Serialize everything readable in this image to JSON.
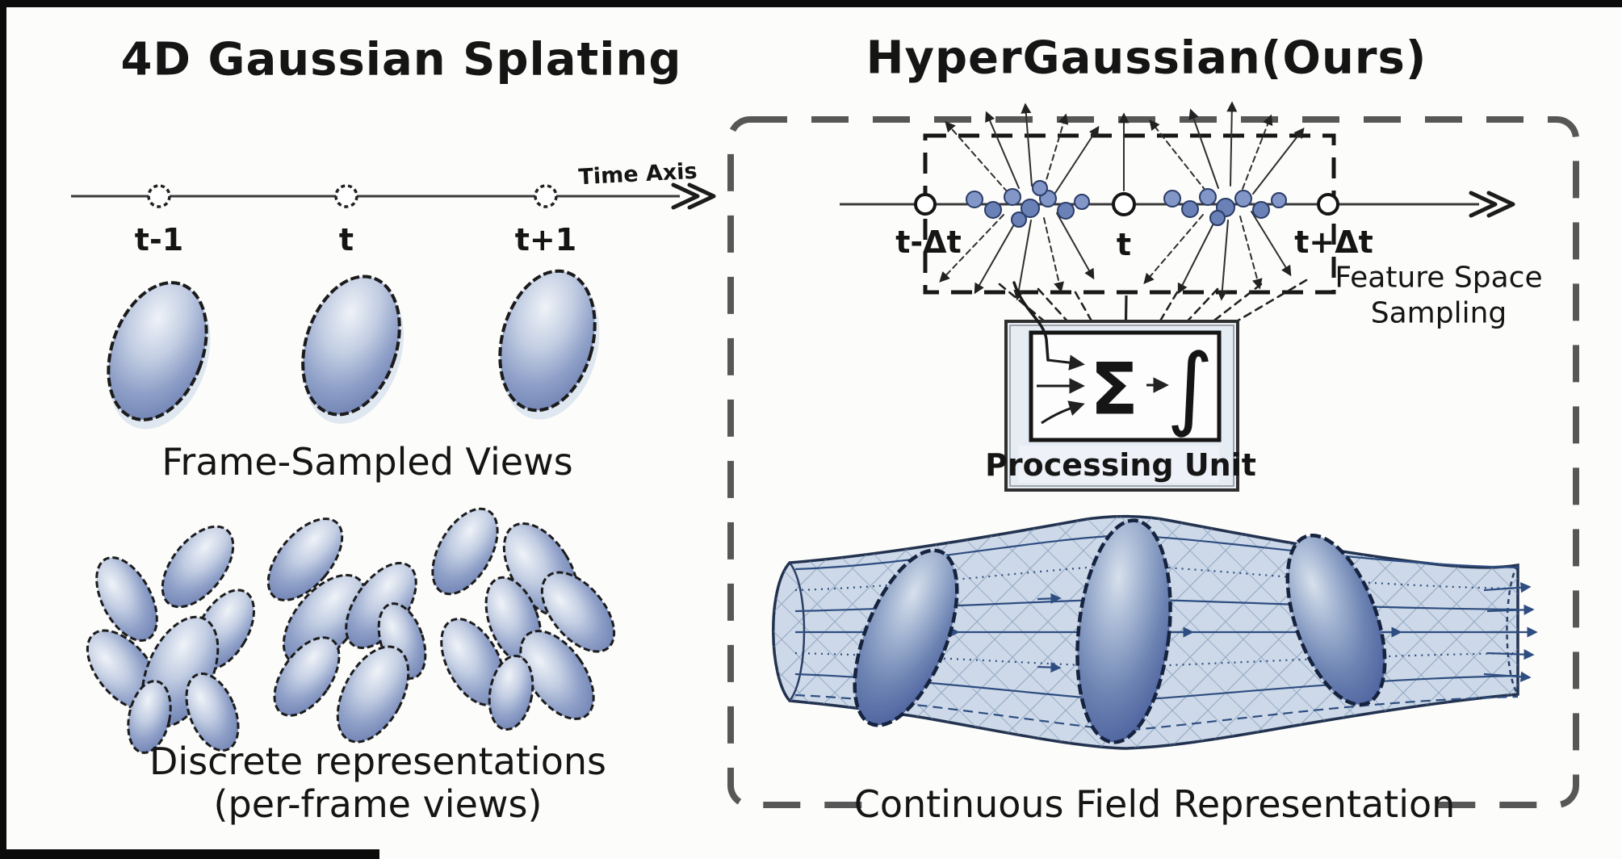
{
  "left": {
    "title": "4D Gaussian Splating",
    "timeline": {
      "axis_label": "Time Axis",
      "ticks": [
        "t-1",
        "t",
        "t+1"
      ]
    },
    "frame_caption": "Frame-Sampled Views",
    "discrete_caption_1": "Discrete representations",
    "discrete_caption_2": "(per-frame views)"
  },
  "right": {
    "title": "HyperGaussian(Ours)",
    "ticks": [
      "t-Δt",
      "t",
      "t+Δt"
    ],
    "feature_caption_1": "Feature Space",
    "feature_caption_2": "Sampling",
    "processing": {
      "sum": "Σ",
      "integral": "∫",
      "label": "Processing Unit"
    },
    "field_caption": "Continuous Field Representation"
  },
  "colors": {
    "background": "#fcfcfa",
    "ink": "#151515",
    "panel_dash_gray": "#575757",
    "gaussian_blue": "#8b9cc7",
    "gaussian_blue_dark": "#5f74a8",
    "tube_fill": "#cdd9e8",
    "flow_line_blue": "#2e4d80",
    "dot_blue": "#7e93c5",
    "processing_unit_fill": "#e6ecf4"
  }
}
